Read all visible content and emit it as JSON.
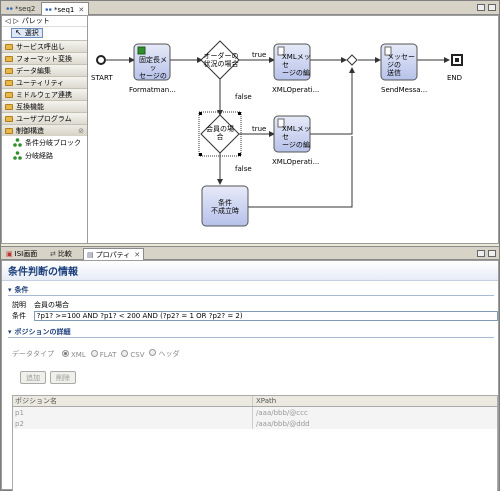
{
  "editor_tabs": [
    {
      "label": "*seq2",
      "active": false
    },
    {
      "label": "*seq1",
      "active": true
    }
  ],
  "palette": {
    "title": "パレット",
    "select_tool": "選択",
    "drawers": [
      "サービス呼出し",
      "フォーマット変換",
      "データ編集",
      "ユーティリティ",
      "ミドルウェア連携",
      "互換機能",
      "ユーザプログラム"
    ],
    "open_drawer": "制御構造",
    "items": [
      "条件分岐ブロック",
      "分岐経路"
    ]
  },
  "diagram": {
    "start_label": "START",
    "end_label": "END",
    "nodes": {
      "format": {
        "text": [
          "固定長メッ",
          "セージの"
        ],
        "caption": "Formatman..."
      },
      "decision1": {
        "text": [
          "オーダーの",
          "状況の場合"
        ]
      },
      "xml1": {
        "text": [
          "XMLメッセ",
          "ージの編"
        ],
        "caption": "XMLOperati..."
      },
      "send": {
        "text": [
          "メッセージの",
          "送信"
        ],
        "caption": "SendMessa..."
      },
      "decision2": {
        "text": [
          "会員の場",
          "合"
        ]
      },
      "xml2": {
        "text": [
          "XMLメッセ",
          "ージの編"
        ],
        "caption": "XMLOperati..."
      },
      "fail": {
        "text": [
          "条件",
          "不成立時"
        ]
      }
    },
    "edge_labels": {
      "true1": "true",
      "false1": "false",
      "true2": "true",
      "false2": "false"
    }
  },
  "view_tabs": [
    {
      "label": "ISI画面",
      "active": false
    },
    {
      "label": "比較",
      "active": false
    },
    {
      "label": "プロパティ",
      "active": true
    }
  ],
  "props": {
    "title": "条件判断の情報",
    "section_condition": "条件",
    "desc_label": "説明",
    "desc_value": "会員の場合",
    "cond_label": "条件",
    "cond_value": "?p1? >=100 AND ?p1? < 200 AND (?p2? = 1 OR ?p2? = 2)",
    "section_position": "ポジションの詳細",
    "datatype_label": "データタイプ",
    "datatypes": [
      {
        "label": "XML",
        "selected": true
      },
      {
        "label": "FLAT",
        "selected": false
      },
      {
        "label": "CSV",
        "selected": false
      },
      {
        "label": "ヘッダ",
        "selected": false
      }
    ],
    "add_button": "追加",
    "delete_button": "削除",
    "columns": [
      "ポジション名",
      "XPath"
    ],
    "rows": [
      [
        "p1",
        "/aaa/bbb/@ccc"
      ],
      [
        "p2",
        "/aaa/bbb/@ddd"
      ]
    ]
  },
  "colors": {
    "node_fill": "#c6cfee",
    "accent": "#1c3f7d",
    "green": "#2f8f2f"
  }
}
